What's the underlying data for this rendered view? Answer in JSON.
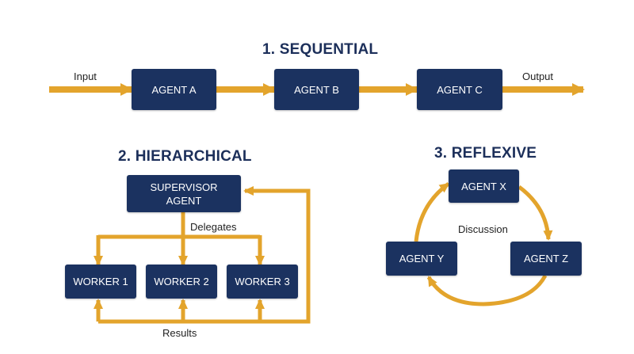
{
  "colors": {
    "box_fill": "#1b3260",
    "box_text": "#ffffff",
    "arrow": "#e3a42c",
    "title": "#1c2f5a",
    "label": "#222222"
  },
  "sequential": {
    "title": "1. SEQUENTIAL",
    "input_label": "Input",
    "output_label": "Output",
    "agents": [
      "AGENT A",
      "AGENT B",
      "AGENT C"
    ]
  },
  "hierarchical": {
    "title": "2. HIERARCHICAL",
    "supervisor": {
      "line1": "SUPERVISOR",
      "line2": "AGENT"
    },
    "delegates_label": "Delegates",
    "results_label": "Results",
    "workers": [
      "WORKER 1",
      "WORKER 2",
      "WORKER 3"
    ]
  },
  "reflexive": {
    "title": "3. REFLEXIVE",
    "discussion_label": "Discussion",
    "agents": {
      "x": "AGENT X",
      "y": "AGENT Y",
      "z": "AGENT Z"
    }
  }
}
